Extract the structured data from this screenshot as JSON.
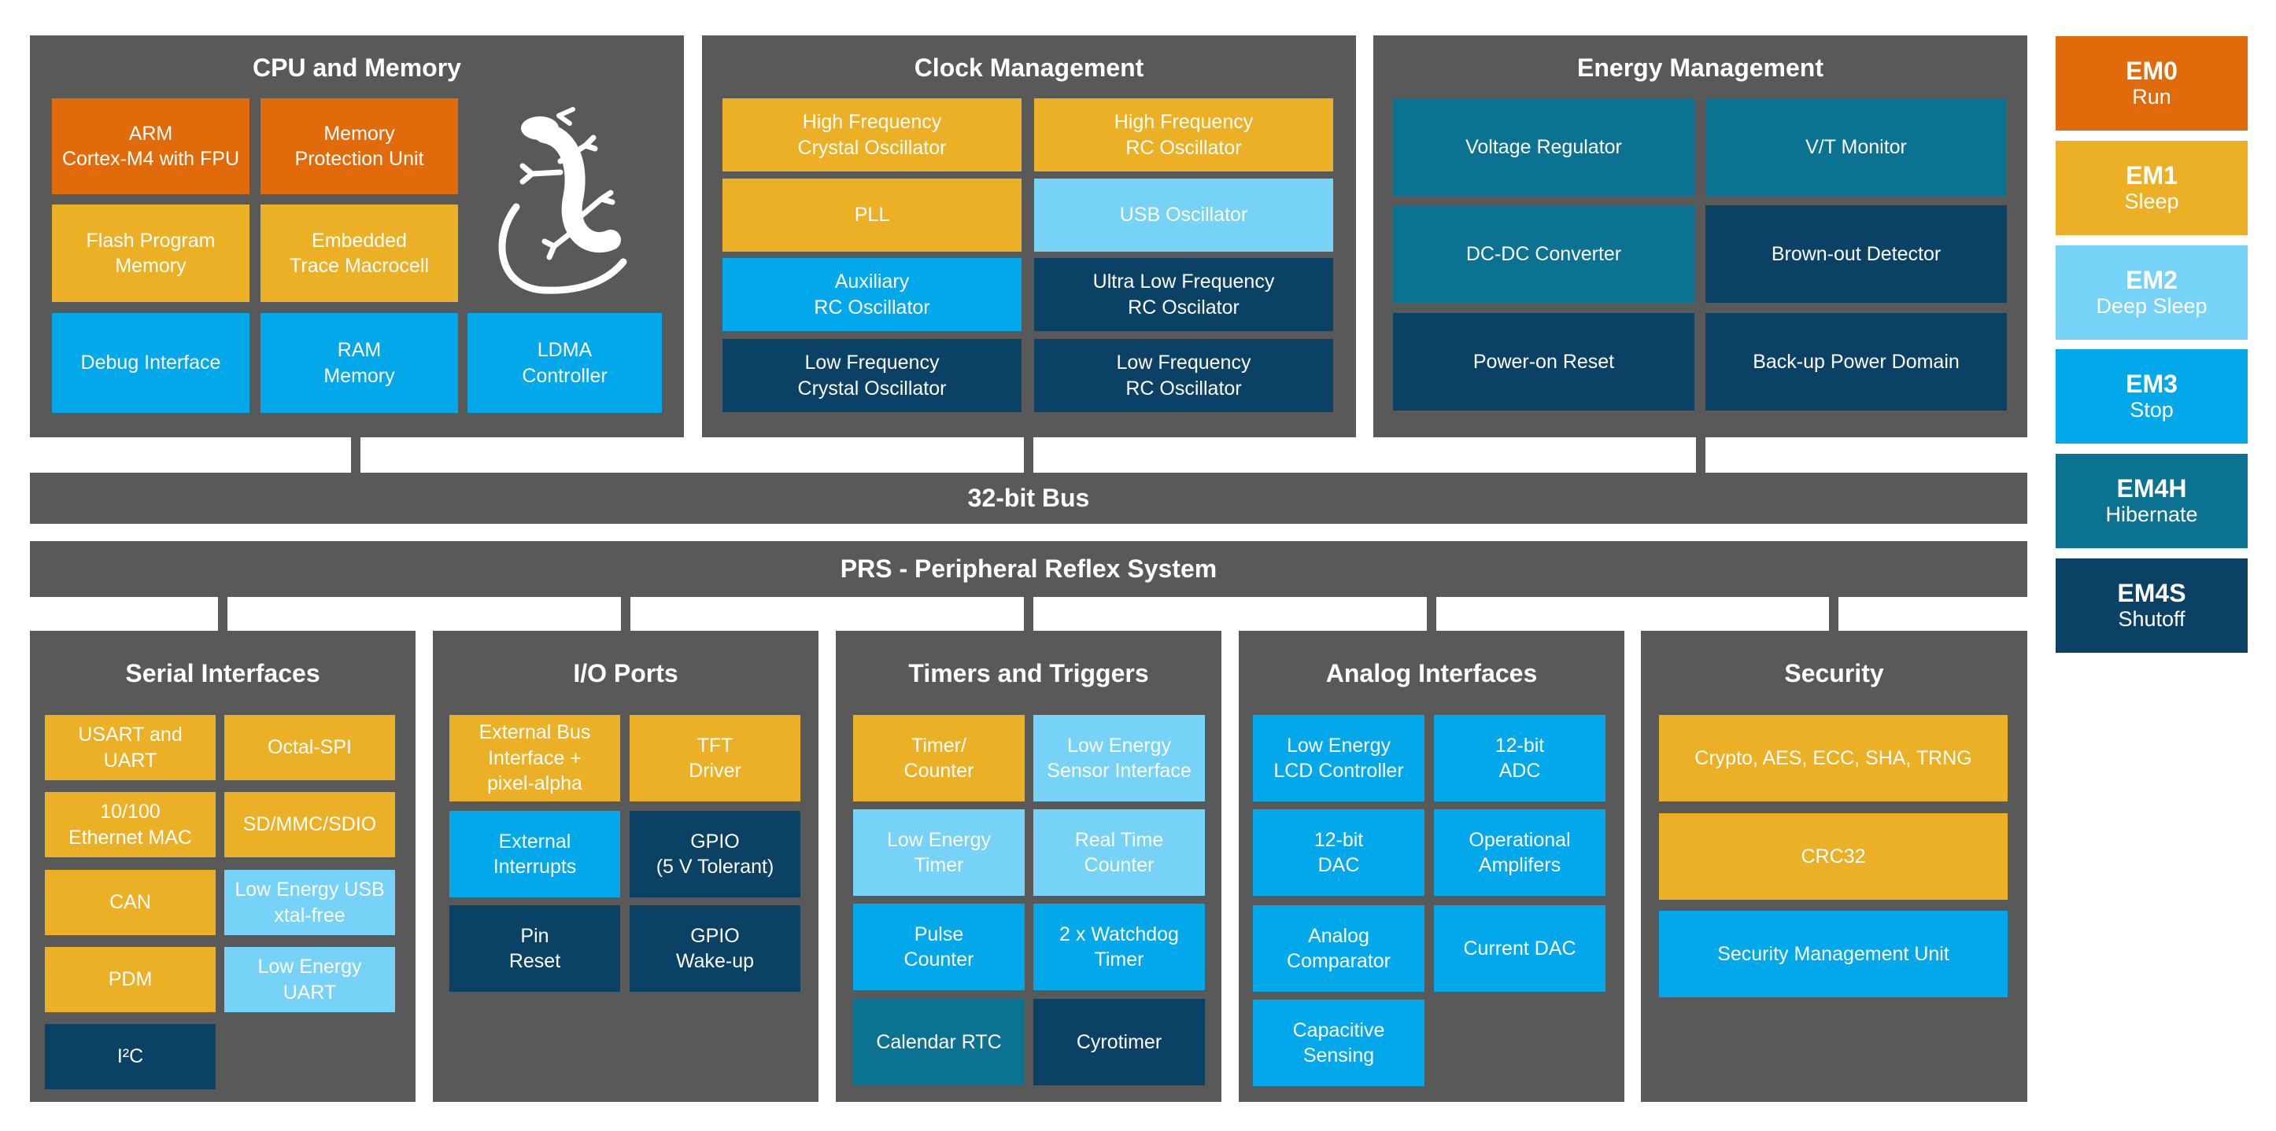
{
  "colors": {
    "panel": "#595959",
    "orange": "#e16b0a",
    "yellow": "#ebb026",
    "light_blue": "#76d2f6",
    "blue": "#03a8ea",
    "teal": "#0b7291",
    "navy": "#0c4166"
  },
  "cpu": {
    "title": "CPU and Memory",
    "logo_icon": "gecko-icon",
    "blocks": [
      "ARM\nCortex-M4 with FPU",
      "Memory\nProtection Unit",
      "Flash Program\nMemory",
      "Embedded\nTrace Macrocell",
      "Debug Interface",
      "RAM\nMemory",
      "LDMA\nController"
    ]
  },
  "clock": {
    "title": "Clock Management",
    "blocks": [
      "High Frequency\nCrystal Oscillator",
      "High Frequency\nRC Oscillator",
      "PLL",
      "USB Oscillator",
      "Auxiliary\nRC Oscillator",
      "Ultra Low Frequency\nRC Oscilator",
      "Low Frequency\nCrystal Oscillator",
      "Low Frequency\nRC Oscillator"
    ]
  },
  "energy": {
    "title": "Energy Management",
    "blocks": [
      "Voltage Regulator",
      "V/T Monitor",
      "DC-DC Converter",
      "Brown-out Detector",
      "Power-on Reset",
      "Back-up Power Domain"
    ]
  },
  "bus": {
    "label": "32-bit Bus"
  },
  "prs": {
    "label": "PRS - Peripheral Reflex System"
  },
  "serial": {
    "title": "Serial Interfaces",
    "blocks": [
      "USART and\nUART",
      "Octal-SPI",
      "10/100\nEthernet MAC",
      "SD/MMC/SDIO",
      "CAN",
      "Low Energy USB\nxtal-free",
      "PDM",
      "Low Energy\nUART",
      "I²C"
    ]
  },
  "io": {
    "title": "I/O Ports",
    "blocks": [
      "External Bus\nInterface +\npixel-alpha",
      "TFT\nDriver",
      "External\nInterrupts",
      "GPIO\n(5 V Tolerant)",
      "Pin\nReset",
      "GPIO\nWake-up"
    ]
  },
  "timers": {
    "title": "Timers and Triggers",
    "blocks": [
      "Timer/\nCounter",
      "Low Energy\nSensor Interface",
      "Low Energy\nTimer",
      "Real Time\nCounter",
      "Pulse\nCounter",
      "2 x Watchdog\nTimer",
      "Calendar RTC",
      "Cyrotimer"
    ]
  },
  "analog": {
    "title": "Analog Interfaces",
    "blocks": [
      "Low Energy\nLCD Controller",
      "12-bit\nADC",
      "12-bit\nDAC",
      "Operational\nAmplifers",
      "Analog\nComparator",
      "Current DAC",
      "Capacitive\nSensing"
    ]
  },
  "security": {
    "title": "Security",
    "blocks": [
      "Crypto, AES, ECC, SHA, TRNG",
      "CRC32",
      "Security Management Unit"
    ]
  },
  "legend": [
    {
      "mode": "EM0",
      "name": "Run"
    },
    {
      "mode": "EM1",
      "name": "Sleep"
    },
    {
      "mode": "EM2",
      "name": "Deep Sleep"
    },
    {
      "mode": "EM3",
      "name": "Stop"
    },
    {
      "mode": "EM4H",
      "name": "Hibernate"
    },
    {
      "mode": "EM4S",
      "name": "Shutoff"
    }
  ]
}
